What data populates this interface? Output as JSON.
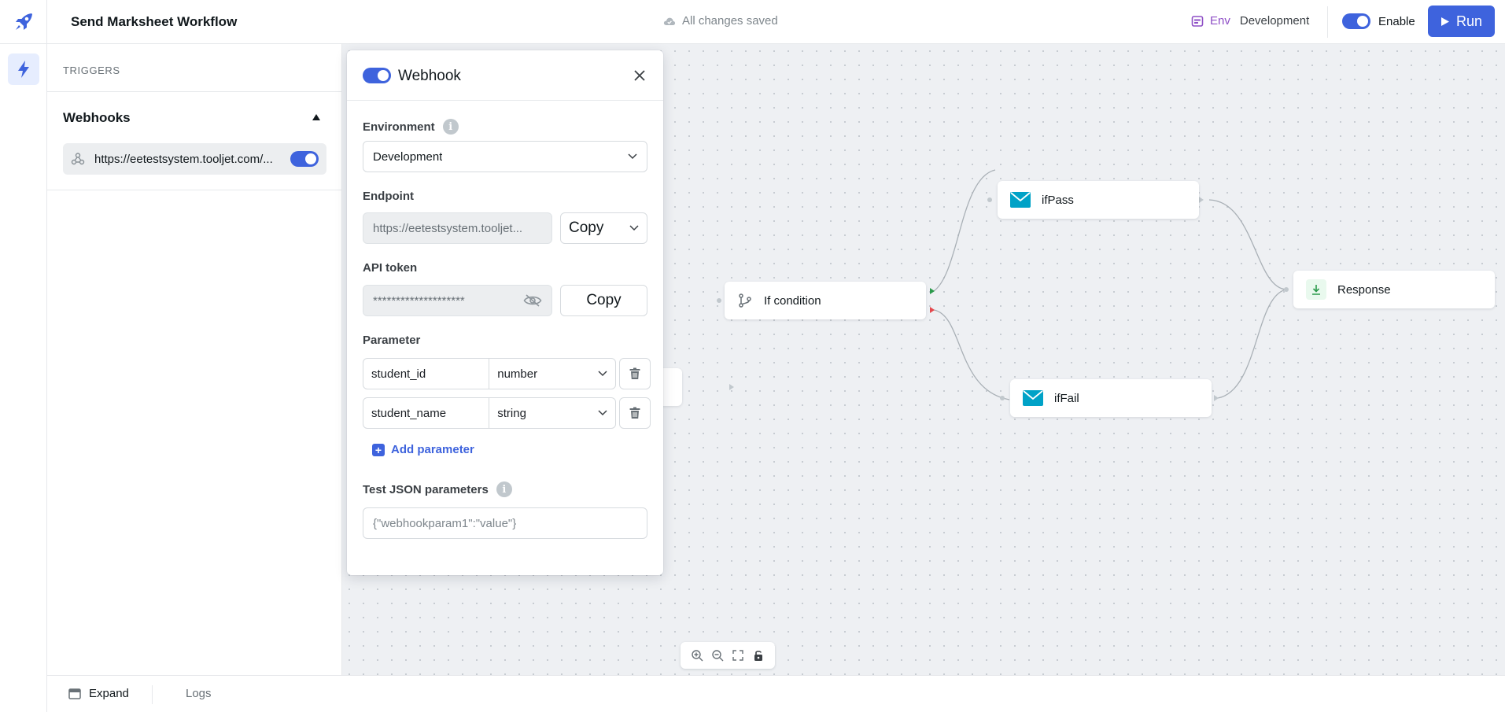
{
  "header": {
    "title": "Send Marksheet Workflow",
    "saved_status": "All changes saved",
    "env_label": "Env",
    "env_value": "Development",
    "enable_label": "Enable",
    "run_label": "Run"
  },
  "triggers_panel": {
    "heading": "TRIGGERS",
    "webhooks_heading": "Webhooks",
    "webhook_url": "https://eetestsystem.tooljet.com/..."
  },
  "webhook_config": {
    "title": "Webhook",
    "environment": {
      "label": "Environment",
      "value": "Development"
    },
    "endpoint": {
      "label": "Endpoint",
      "value": "https://eetestsystem.tooljet...",
      "copy_label": "Copy"
    },
    "api_token": {
      "label": "API token",
      "value": "********************",
      "copy_label": "Copy"
    },
    "parameter": {
      "label": "Parameter",
      "rows": [
        {
          "name": "student_id",
          "type": "number"
        },
        {
          "name": "student_name",
          "type": "string"
        }
      ],
      "add_label": "Add parameter"
    },
    "test_json": {
      "label": "Test JSON parameters",
      "placeholder": "{\"webhookparam1\":\"value\"}"
    }
  },
  "canvas": {
    "nodes": {
      "if_condition": "If condition",
      "if_pass": "ifPass",
      "if_fail": "ifFail",
      "response": "Response"
    }
  },
  "bottom_bar": {
    "expand_label": "Expand",
    "logs_label": "Logs"
  },
  "colors": {
    "accent": "#3e63dd",
    "env": "#8e4ec6",
    "mail": "#00a2c7",
    "pass_handle": "#2b9a4b",
    "fail_handle": "#e5484d"
  }
}
